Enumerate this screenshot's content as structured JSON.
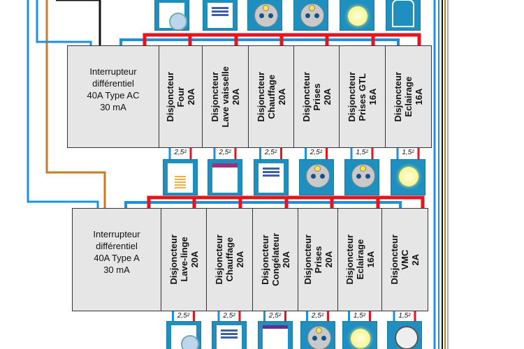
{
  "row1": {
    "differential": {
      "lines": [
        "Interrupteur",
        "différentiel",
        "40A Type AC",
        "30 mA"
      ]
    },
    "breakers": [
      {
        "label": "Disjoncteur",
        "circuit": "Four",
        "rating": "20A",
        "section": "2,5²",
        "icon": "oven-icon"
      },
      {
        "label": "Disjoncteur",
        "circuit": "Lave vaisselle",
        "rating": "20A",
        "section": "2,5²",
        "icon": "dishwasher-icon"
      },
      {
        "label": "Disjoncteur",
        "circuit": "Chauffage",
        "rating": "20A",
        "section": "2,5²",
        "icon": "radiator-icon"
      },
      {
        "label": "Disjoncteur",
        "circuit": "Prises",
        "rating": "20A",
        "section": "2,5²",
        "icon": "socket-icon"
      },
      {
        "label": "Disjoncteur",
        "circuit": "Prises GTL",
        "rating": "16A",
        "section": "1,5²",
        "icon": "socket-icon"
      },
      {
        "label": "Disjoncteur",
        "circuit": "Eclairage",
        "rating": "16A",
        "section": "1,5²",
        "icon": "light-bulb-icon"
      }
    ]
  },
  "top_icons": [
    "washing-machine-icon",
    "radiator-icon",
    "socket-icon",
    "socket-icon",
    "light-bulb-icon",
    "water-heater-icon"
  ],
  "row2": {
    "differential": {
      "lines": [
        "Interrupteur",
        "différentiel",
        "40A Type A",
        "30 mA"
      ]
    },
    "breakers": [
      {
        "label": "Disjoncteur",
        "circuit": "Lave-linge",
        "rating": "20A",
        "section": "2,5²",
        "icon": "washing-machine-icon"
      },
      {
        "label": "Disjoncteur",
        "circuit": "Chauffage",
        "rating": "20A",
        "section": "2,5²",
        "icon": "radiator-icon"
      },
      {
        "label": "Disjoncteur",
        "circuit": "Congélateur",
        "rating": "20A",
        "section": "2,5²",
        "icon": "freezer-icon"
      },
      {
        "label": "Disjoncteur",
        "circuit": "Prises",
        "rating": "20A",
        "section": "2,5²",
        "icon": "socket-icon"
      },
      {
        "label": "Disjoncteur",
        "circuit": "Eclairage",
        "rating": "16A",
        "section": "1,5²",
        "icon": "light-bulb-icon"
      },
      {
        "label": "Disjoncteur",
        "circuit": "VMC",
        "rating": "2A",
        "section": "1,5²",
        "icon": "fan-icon"
      }
    ]
  },
  "colors": {
    "phase": "#e8141c",
    "neutral": "#1e90e0",
    "earth": "#c87a28",
    "icon_bg": "#1f8fc0"
  }
}
